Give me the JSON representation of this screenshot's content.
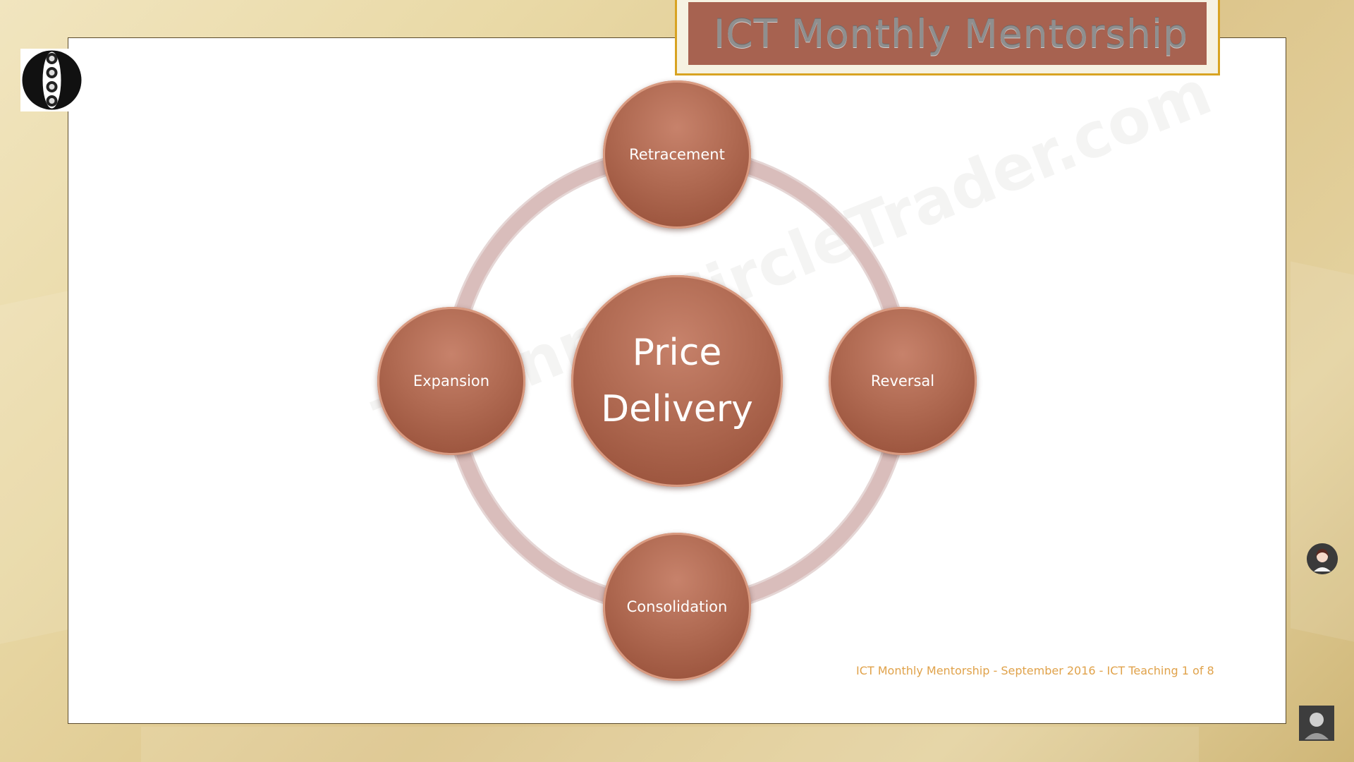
{
  "slide": {
    "title": "ICT Monthly Mentorship",
    "footer": "ICT Monthly Mentorship - September 2016 - ICT Teaching 1 of 8",
    "watermark": "TheInnerCircleTrader.com"
  },
  "diagram": {
    "center_line1": "Price",
    "center_line2": "Delivery",
    "nodes": {
      "top": "Retracement",
      "right": "Reversal",
      "bottom": "Consolidation",
      "left": "Expansion"
    }
  },
  "colors": {
    "node_fill": "#a95f49",
    "ring": "#d9bdbb",
    "banner_fill": "#a76250",
    "banner_border": "#d8a322",
    "footer_text": "#e0a24a"
  },
  "icons": {
    "logo": "ornate-emblem-icon",
    "avatar": "presenter-avatar-icon",
    "thumbnail": "webcam-thumbnail-icon"
  }
}
